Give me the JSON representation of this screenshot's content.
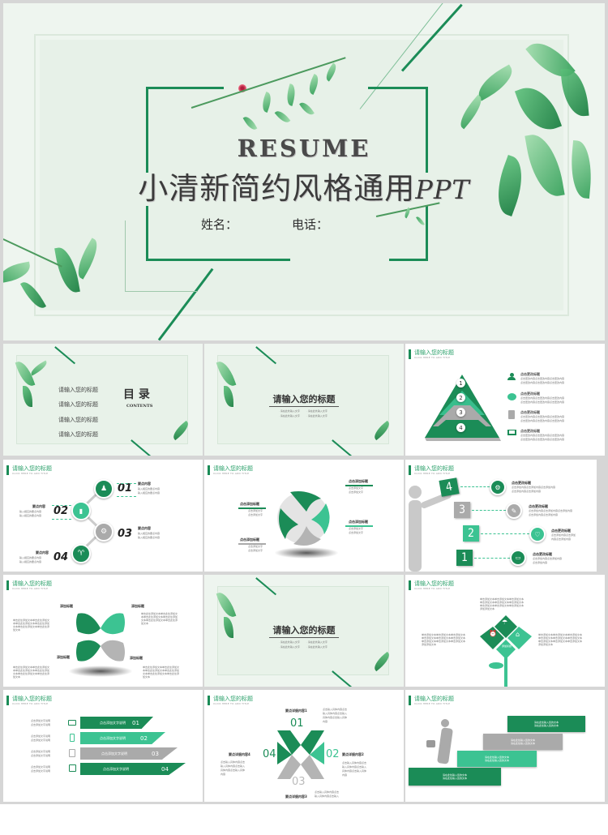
{
  "hero": {
    "resume_label": "RESUME",
    "title_cn": "小清新简约风格通用",
    "title_ppt": "PPT",
    "name_label": "姓名：",
    "phone_label": "电话："
  },
  "colors": {
    "primary": "#1b8c57",
    "secondary": "#3cc392",
    "gray": "#aaaaaa",
    "frame": "#d6d6d6",
    "bg": "#eef5ef"
  },
  "slides": {
    "header_title": "请输入您的标题",
    "header_subtitle": "CLICK HERE TO ADD TITLE",
    "contents": {
      "heading": "目 录",
      "sub": "CONTENTS",
      "items": [
        "请输入您的标题",
        "请输入您的标题",
        "请输入您的标题",
        "请输入您的标题"
      ],
      "item_sub": "Click here to add Title"
    },
    "section": {
      "title": "请输入您的标题",
      "bullets": [
        "· 请在此处输入文字",
        "· 请在此处输入文字",
        "· 请在此处输入文字",
        "· 请在此处输入文字"
      ]
    },
    "pyramid": {
      "levels": [
        "1",
        "2",
        "3",
        "4"
      ],
      "items": [
        {
          "icon": "user-icon",
          "title": "点击更改标题",
          "lines": [
            "点击更改内容点击更改内容点击更改内容",
            "点击更改内容点击更改内容点击更改内容"
          ]
        },
        {
          "icon": "chat-icon",
          "title": "点击更改标题",
          "lines": [
            "点击更改内容点击更改内容点击更改内容",
            "点击更改内容点击更改内容点击更改内容"
          ]
        },
        {
          "icon": "clipboard-icon",
          "title": "点击更改标题",
          "lines": [
            "点击更改内容点击更改内容点击更改内容",
            "点击更改内容点击更改内容点击更改内容"
          ]
        },
        {
          "icon": "cart-icon",
          "title": "点击更改标题",
          "lines": [
            "点击更改内容点击更改内容点击更改内容",
            "点击更改内容点击更改内容点击更改内容"
          ]
        }
      ]
    },
    "timeline": {
      "items": [
        {
          "num": "01",
          "title": "要点内容",
          "lines": [
            "输入相应的要点内容",
            "输入相应的要点内容"
          ]
        },
        {
          "num": "02",
          "title": "要点内容",
          "lines": [
            "输入相应的要点内容",
            "输入相应的要点内容"
          ]
        },
        {
          "num": "03",
          "title": "要点内容",
          "lines": [
            "输入相应的要点内容",
            "输入相应的要点内容"
          ]
        },
        {
          "num": "04",
          "title": "要点内容",
          "lines": [
            "输入相应的要点内容",
            "输入相应的要点内容"
          ]
        }
      ]
    },
    "sphere": {
      "items": [
        {
          "title": "点击添加标题",
          "lines": [
            "点击添加文字",
            "点击添加文字"
          ]
        },
        {
          "title": "点击添加标题",
          "lines": [
            "点击添加文字",
            "点击添加文字"
          ]
        },
        {
          "title": "点击添加标题",
          "lines": [
            "点击添加文字",
            "点击添加文字"
          ]
        },
        {
          "title": "点击添加标题",
          "lines": [
            "点击添加文字",
            "点击添加文字"
          ]
        }
      ]
    },
    "steps": {
      "nums": [
        "4",
        "3",
        "2",
        "1"
      ],
      "items": [
        {
          "title": "点击更改标题",
          "lines": [
            "点击添加内容点击添加内容点击添加内容",
            "点击添加内容点击添加内容"
          ]
        },
        {
          "title": "点击更改标题",
          "lines": [
            "点击添加内容点击添加内容点击添加内容",
            "点击添加内容点击添加内容"
          ]
        },
        {
          "title": "点击更改标题",
          "lines": [
            "点击添加内容点击添加",
            "内容点击添加内容"
          ]
        },
        {
          "title": "点击更改标题",
          "lines": [
            "点击添加内容点击添加内容",
            "点击添加内容"
          ]
        }
      ]
    },
    "xshape": {
      "labels": [
        "添加标题",
        "添加标题",
        "添加标题",
        "添加标题"
      ],
      "text": [
        "单击此处添加文本单击此处添加文",
        "本单击此处添加文本单击此处添加",
        "文本单击此处添加文本单击此处添",
        "加文本"
      ]
    },
    "tree": {
      "center_label": "添加标题",
      "text": [
        "单击添加文本单击添加文本单击添加文本",
        "单击添加文本单击添加文本单击添加文本",
        "单击添加文本单击添加文本单击添加文本",
        "添加添加文本"
      ]
    },
    "bands": {
      "nums": [
        "01",
        "02",
        "03",
        "04"
      ],
      "band_text": [
        "点击添加文字说明",
        "点击添加文字说明"
      ],
      "left_text": [
        "点击添加文字说明",
        "点击添加文字说明"
      ]
    },
    "cross": {
      "nums": [
        "01",
        "02",
        "03",
        "04"
      ],
      "titles": [
        "要点详细内容1",
        "要点详细内容2",
        "要点详细内容3",
        "要点详细内容4"
      ],
      "text": [
        "点击输入具体内容点击",
        "输入具体内容点击输入",
        "具体内容点击输入具体",
        "内容"
      ]
    },
    "stairs": {
      "text": [
        "请在此处输入您的文本",
        "请在此处输入您的文本"
      ]
    }
  }
}
